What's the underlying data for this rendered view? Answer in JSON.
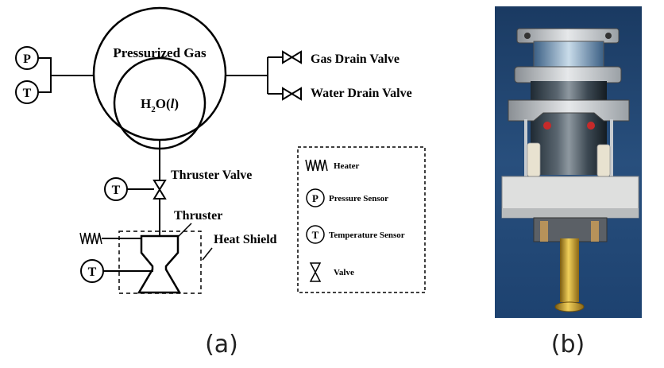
{
  "panel_a": {
    "tank_label": "Pressurized Gas",
    "water_main": "H",
    "water_sub": "2",
    "water_rest": "O(",
    "water_italic": "l",
    "water_close": ")",
    "sensor_p": "P",
    "sensor_t": "T",
    "gas_drain_label": "Gas Drain Valve",
    "water_drain_label": "Water Drain Valve",
    "thruster_valve_label": "Thruster Valve",
    "thruster_label": "Thruster",
    "heat_shield_label": "Heat Shield",
    "legend": {
      "heater": "Heater",
      "pressure_symbol": "P",
      "pressure": "Pressure Sensor",
      "temperature_symbol": "T",
      "temperature": "Temperature Sensor",
      "valve": "Valve"
    },
    "caption": "(a)"
  },
  "panel_b": {
    "caption": "(b)"
  }
}
